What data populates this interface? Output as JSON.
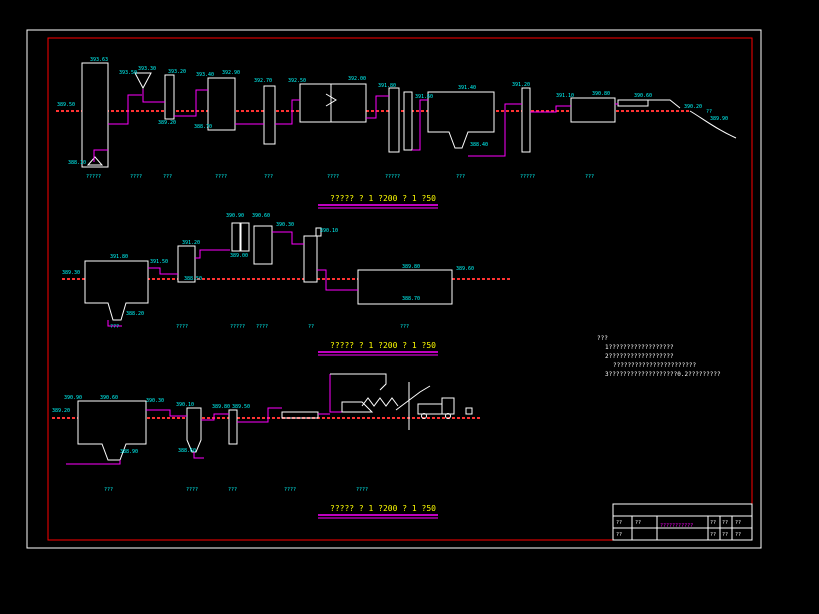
{
  "colors": {
    "background": "#000000",
    "outer_frame": "#ffffff",
    "inner_frame": "#ff0000",
    "pipe": "#ff00ff",
    "structure": "#ffffff",
    "ground": "#ff3333",
    "label": "#00ffff",
    "title_text": "#ffff00",
    "title_underline": "#ff00ff",
    "note_text": "#ff00ff"
  },
  "profiles": {
    "upper": {
      "title": "?????  ? 1 ?200  ? 1 ?50",
      "elevations": [
        "393.63",
        "393.50",
        "393.30",
        "393.20",
        "393.40",
        "392.90",
        "392.70",
        "392.50",
        "392.00",
        "391.80",
        "391.60",
        "391.40",
        "391.20",
        "391.10",
        "390.80",
        "390.60",
        "390.20",
        "389.90",
        "389.50",
        "389.20",
        "388.70",
        "388.40",
        "388.10"
      ],
      "unit_names": [
        "?????",
        "????",
        "???",
        "????",
        "???",
        "????",
        "?????",
        "???",
        "?????",
        "???"
      ],
      "river_label": "??"
    },
    "middle": {
      "title": "?????  ? 1 ?200  ? 1 ?50",
      "elevations": [
        "391.80",
        "391.50",
        "391.20",
        "390.90",
        "390.60",
        "390.30",
        "390.10",
        "389.80",
        "389.60",
        "389.30",
        "389.00",
        "388.70",
        "388.50",
        "388.20"
      ],
      "unit_names": [
        "???",
        "????",
        "?????",
        "????",
        "??",
        "???"
      ]
    },
    "lower": {
      "title": "?????  ? 1 ?200  ? 1 ?50",
      "elevations": [
        "390.90",
        "390.60",
        "390.30",
        "390.10",
        "389.80",
        "389.50",
        "389.20",
        "388.90",
        "388.60"
      ],
      "unit_names": [
        "???",
        "????",
        "???",
        "????",
        "????"
      ]
    }
  },
  "notes": {
    "title": "???",
    "lines": [
      "1??????????????????",
      "2??????????????????",
      "???????????????????????",
      "3???????????????????0.2?????????"
    ]
  },
  "title_block": {
    "drawing_title": "???????????",
    "cells": [
      "??",
      "??",
      "??",
      "??",
      "??",
      "??",
      "??",
      "??",
      "??"
    ]
  }
}
